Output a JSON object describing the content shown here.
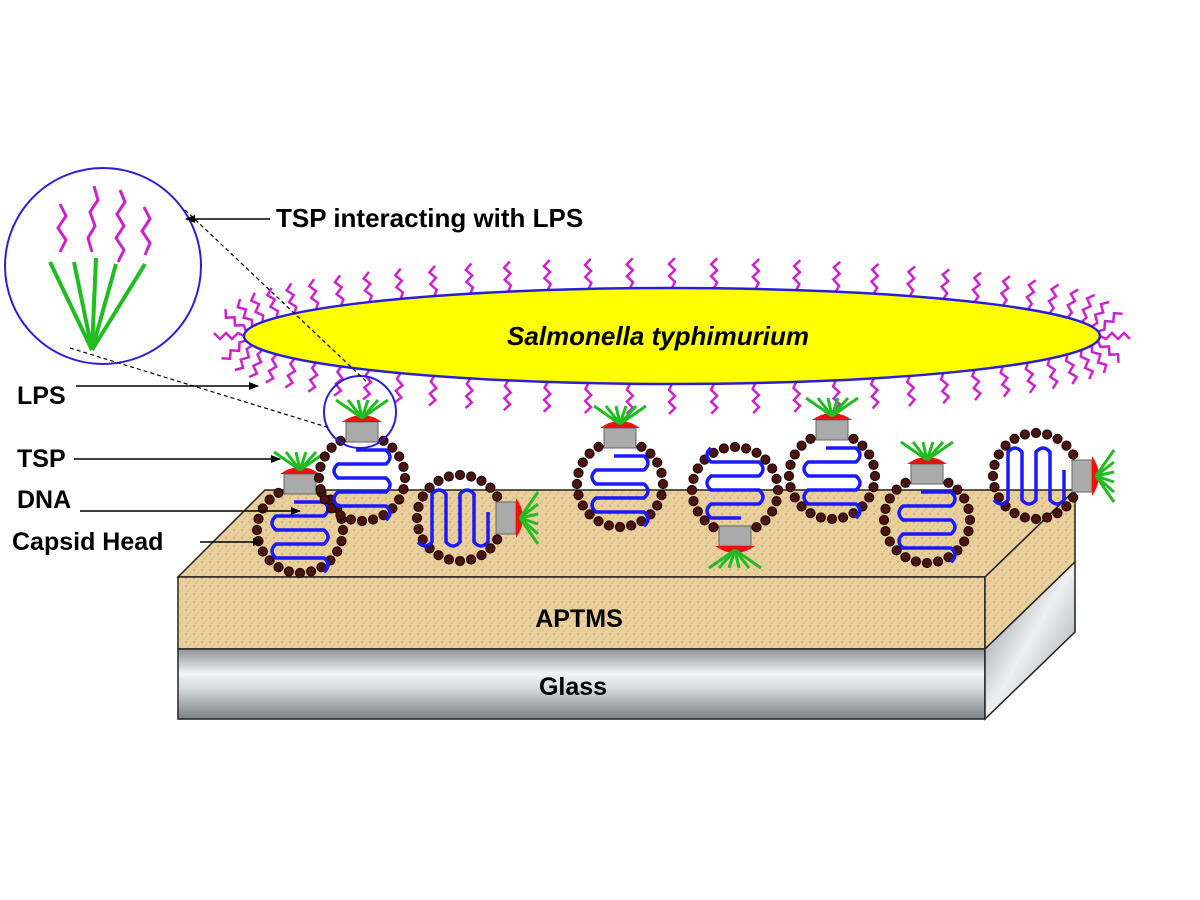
{
  "labels": {
    "bacterium": "Salmonella typhimurium",
    "tsp_interacting": "TSP interacting with LPS",
    "lps": "LPS",
    "tsp": "TSP",
    "dna": "DNA",
    "capsid_head": "Capsid Head",
    "aptms_layer": "APTMS",
    "glass_layer": "Glass"
  },
  "colors": {
    "bacterium_fill": "#ffff00",
    "bacterium_outline": "#2b1fd6",
    "lps": "#cc22cc",
    "tsp_fibers": "#22bb22",
    "tsp_base": "#ee1111",
    "neck": "#aaaaaa",
    "dna": "#1a1aff",
    "capsid_beads": "#4a1410",
    "aptms": "#e9cf9c",
    "glass": "#b8bcc0"
  }
}
